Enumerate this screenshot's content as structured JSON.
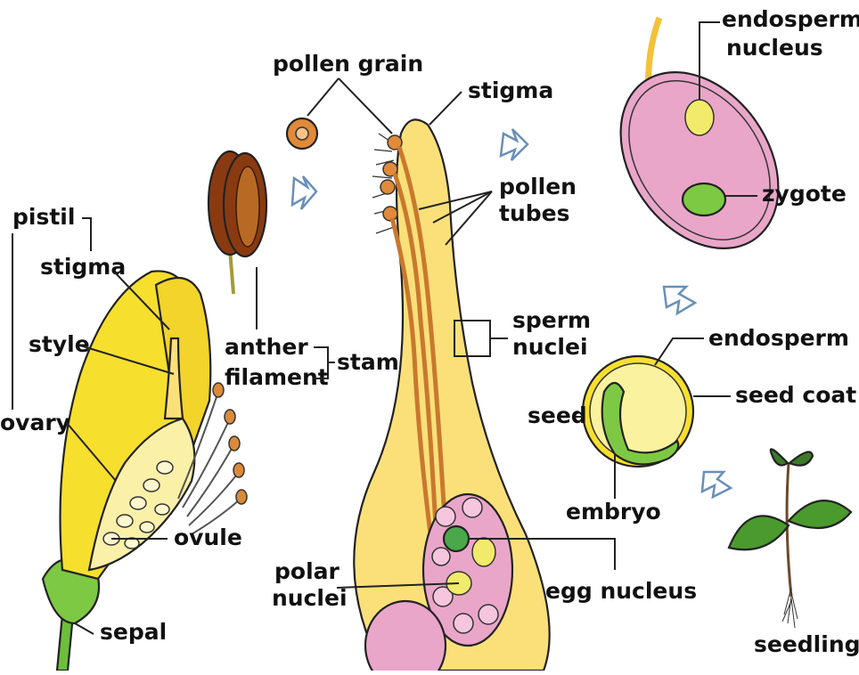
{
  "labels": {
    "pistil": "pistil",
    "stigma_flower": "stigma",
    "style": "style",
    "ovary": "ovary",
    "ovule": "ovule",
    "sepal": "sepal",
    "anther": "anther",
    "filament": "filament",
    "stamen": "stamen",
    "pollen_grain": "pollen grain",
    "stigma_pistil": "stigma",
    "pollen_tubes_1": "pollen",
    "pollen_tubes_2": "tubes",
    "sperm_nuclei_1": "sperm",
    "sperm_nuclei_2": "nuclei",
    "polar_nuclei_1": "polar",
    "polar_nuclei_2": "nuclei",
    "egg_nucleus": "egg nucleus",
    "endosperm_nucleus_1": "endosperm",
    "endosperm_nucleus_2": "nucleus",
    "zygote": "zygote",
    "endosperm": "endosperm",
    "seed_coat": "seed coat",
    "seed": "seed",
    "embryo": "embryo",
    "seedling": "seedling"
  },
  "colors": {
    "petal_yellow": "#f7df2e",
    "pistil_yellow": "#fbe07a",
    "embryo_sac_pink": "#e9a6c9",
    "green": "#7ec943",
    "dark_green": "#3c7a2a",
    "anther_brown": "#8a3a10",
    "arrow_blue": "#6a8fb8"
  }
}
